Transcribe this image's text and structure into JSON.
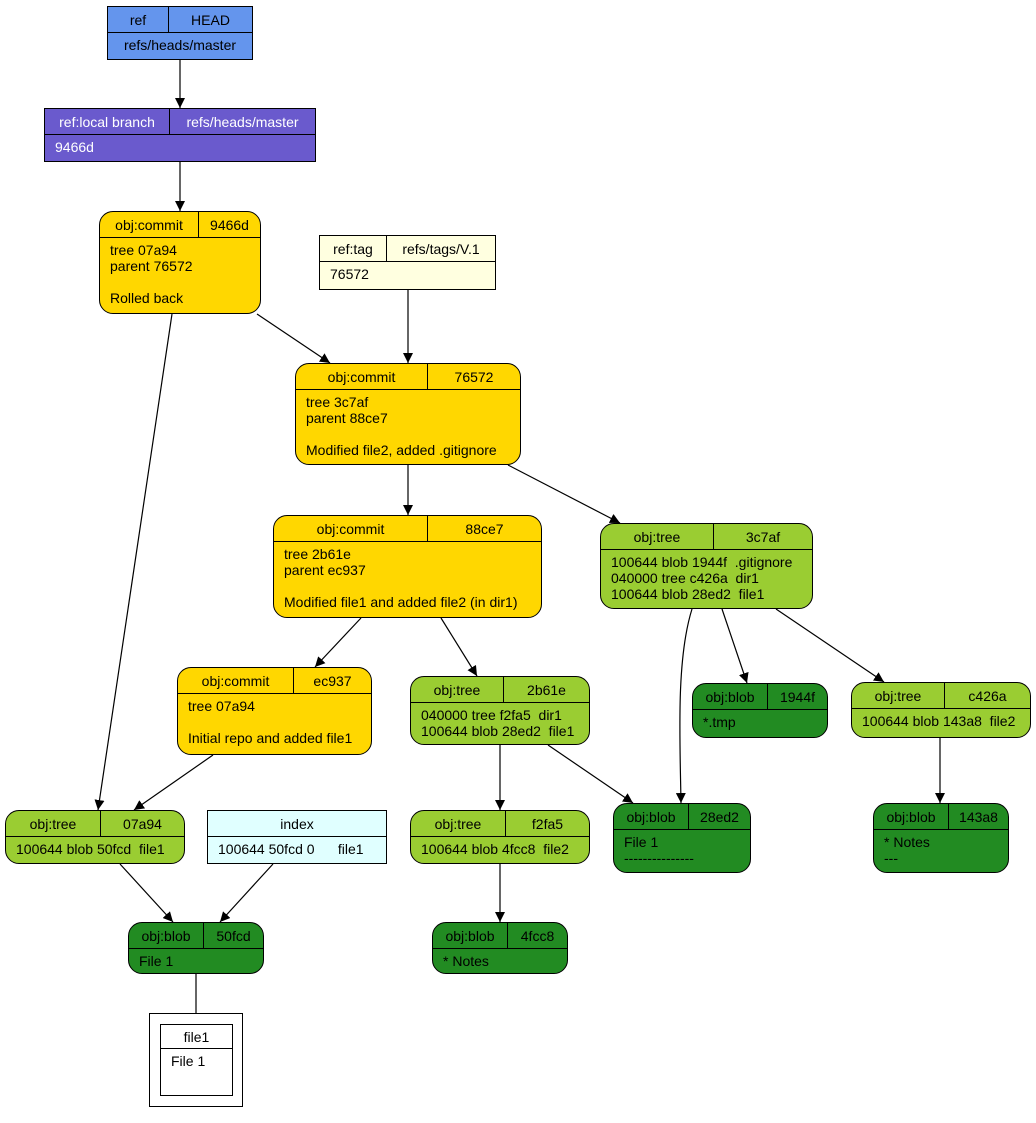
{
  "nodes": {
    "head": {
      "h1": "ref",
      "h2": "HEAD",
      "body": "refs/heads/master"
    },
    "master": {
      "h1": "ref:local branch",
      "h2": "refs/heads/master",
      "body": "9466d"
    },
    "c9466d": {
      "h1": "obj:commit",
      "h2": "9466d",
      "body": "tree 07a94\nparent 76572\n\nRolled back"
    },
    "tagv1": {
      "h1": "ref:tag",
      "h2": "refs/tags/V.1",
      "body": "76572"
    },
    "c76572": {
      "h1": "obj:commit",
      "h2": "76572",
      "body": "tree 3c7af\nparent 88ce7\n\nModified file2, added .gitignore"
    },
    "c88ce7": {
      "h1": "obj:commit",
      "h2": "88ce7",
      "body": "tree 2b61e\nparent ec937\n\nModified file1 and added file2 (in dir1)"
    },
    "t3c7af": {
      "h1": "obj:tree",
      "h2": "3c7af",
      "body": "100644 blob 1944f  .gitignore\n040000 tree c426a  dir1\n100644 blob 28ed2  file1"
    },
    "cec937": {
      "h1": "obj:commit",
      "h2": "ec937",
      "body": "tree 07a94\n\nInitial repo and added file1"
    },
    "t2b61e": {
      "h1": "obj:tree",
      "h2": "2b61e",
      "body": "040000 tree f2fa5  dir1\n100644 blob 28ed2  file1"
    },
    "b1944f": {
      "h1": "obj:blob",
      "h2": "1944f",
      "body": "*.tmp"
    },
    "tc426a": {
      "h1": "obj:tree",
      "h2": "c426a",
      "body": "100644 blob 143a8  file2"
    },
    "t07a94": {
      "h1": "obj:tree",
      "h2": "07a94",
      "body": "100644 blob 50fcd  file1"
    },
    "index": {
      "h1": "index",
      "body": "100644 50fcd 0      file1"
    },
    "tf2fa5": {
      "h1": "obj:tree",
      "h2": "f2fa5",
      "body": "100644 blob 4fcc8  file2"
    },
    "b28ed2": {
      "h1": "obj:blob",
      "h2": "28ed2",
      "body": "File 1\n---------------"
    },
    "b143a8": {
      "h1": "obj:blob",
      "h2": "143a8",
      "body": "* Notes\n---"
    },
    "b50fcd": {
      "h1": "obj:blob",
      "h2": "50fcd",
      "body": "File 1"
    },
    "b4fcc8": {
      "h1": "obj:blob",
      "h2": "4fcc8",
      "body": "* Notes"
    },
    "file1": {
      "h1": "file1",
      "body": "File 1"
    }
  }
}
